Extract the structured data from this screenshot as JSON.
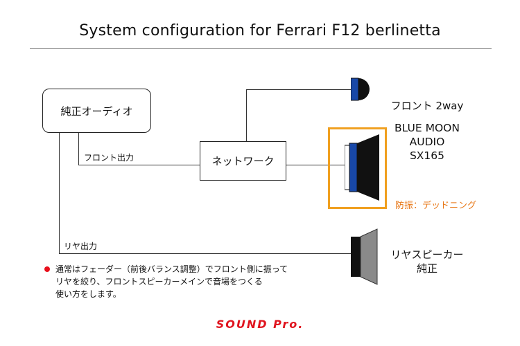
{
  "title": "System configuration for Ferrari F12 berlinetta",
  "head_unit": {
    "label": "純正オーディオ"
  },
  "network": {
    "label": "ネットワーク"
  },
  "connections": {
    "front_out": "フロント出力",
    "rear_out": "リヤ出力"
  },
  "front_speaker": {
    "caption": "フロント 2way",
    "product_lines": [
      "BLUE MOON",
      "AUDIO",
      "SX165"
    ],
    "damping_note": "防振：デッドニング"
  },
  "rear_speaker": {
    "lines": [
      "リヤスピーカー",
      "純正"
    ]
  },
  "note": {
    "lines": [
      "通常はフェーダー（前後バランス調整）でフロント側に振って",
      "リヤを絞り、フロントスピーカーメインで音場をつくる",
      "使い方をします。"
    ]
  },
  "logo": {
    "text": "SOUND Pro."
  },
  "colors": {
    "accent_orange": "#f0a020",
    "damping_text": "#e87818",
    "tweeter_blue": "#1848a8",
    "woofer_blue": "#1848a8",
    "note_bullet": "#e8101c",
    "logo_red": "#e0141e",
    "rear_cone_gray": "#8a8a8a"
  }
}
